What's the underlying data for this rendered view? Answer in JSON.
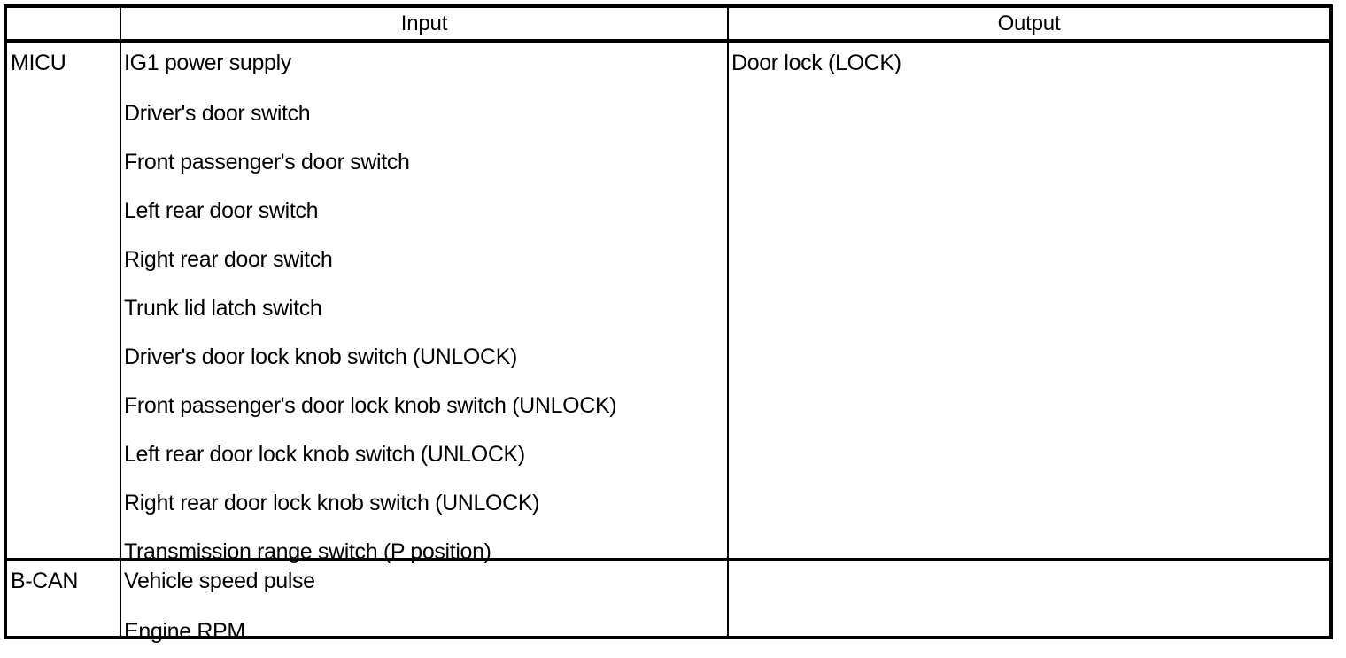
{
  "table": {
    "headers": {
      "corner": "",
      "input": "Input",
      "output": "Output"
    },
    "rows": [
      {
        "module": "MICU",
        "inputs": [
          "IG1 power supply",
          "Driver's door switch",
          "Front passenger's door switch",
          "Left rear door switch",
          "Right rear door switch",
          "Trunk lid latch switch",
          "Driver's door lock knob switch (UNLOCK)",
          "Front passenger's door lock knob switch (UNLOCK)",
          "Left rear door lock knob switch (UNLOCK)",
          "Right rear door lock knob switch (UNLOCK)",
          "Transmission range switch (P position)"
        ],
        "outputs": [
          "Door lock (LOCK)"
        ]
      },
      {
        "module": "B-CAN",
        "inputs": [
          "Vehicle speed pulse",
          "Engine RPM"
        ],
        "outputs": []
      }
    ]
  },
  "colors": {
    "rule": "#000000",
    "text": "#000000",
    "background": "#ffffff"
  }
}
